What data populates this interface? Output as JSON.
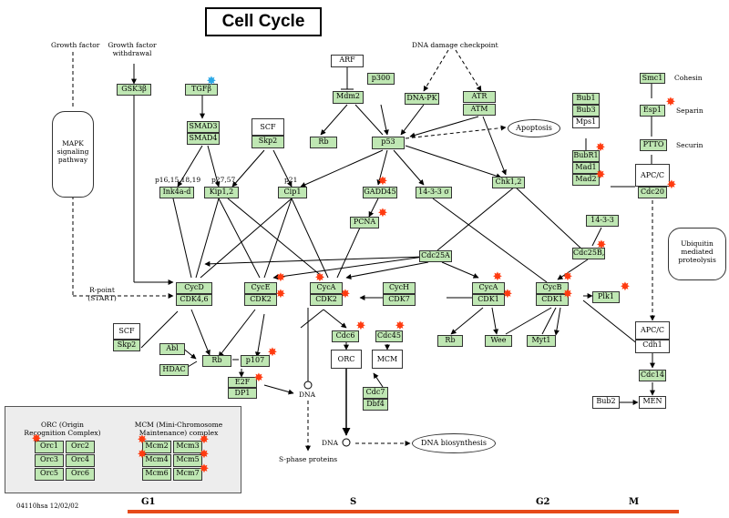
{
  "title": "Cell Cycle",
  "footer_id": "04110hsa 12/02/02",
  "phases": [
    "G1",
    "S",
    "G2",
    "M"
  ],
  "colors": {
    "gene_fill": "#bfe7b3",
    "star": "#ff3b10",
    "timeline": "#e64a19",
    "tgf_star": "#2aa7e6"
  },
  "labels": {
    "growth_factor": "Growth factor",
    "growth_factor_withdrawal_1": "Growth factor",
    "growth_factor_withdrawal_2": "withdrawal",
    "dna_damage": "DNA damage checkpoint",
    "mapk": [
      "MAPK",
      "signaling",
      "pathway"
    ],
    "apoptosis": "Apoptosis",
    "ubiquitin": [
      "Ubiquitin",
      "mediated",
      "proteolysis"
    ],
    "r_point": [
      "R-point",
      "(START)"
    ],
    "cohesin": "Cohesin",
    "separin": "Separin",
    "securin": "Securin",
    "p16": "p16,15,18,19",
    "p27": "p27,57",
    "p21": "p21",
    "dna": "DNA",
    "dna2": "DNA",
    "dna_biosynthesis": "DNA biosynthesis",
    "s_phase": "S-phase proteins",
    "orc_legend": [
      "ORC (Origin",
      "Recognition Complex)"
    ],
    "mcm_legend": [
      "MCM (Mini-Chromosome",
      "Maintenance) complex"
    ]
  },
  "genes": {
    "gsk3b": "GSK3β",
    "tgfb": "TGFβ",
    "smad3": "SMAD3",
    "smad4": "SMAD4",
    "scf_top": "SCF",
    "skp2_top": "Skp2",
    "arf": "ARF",
    "mdm2": "Mdm2",
    "p300": "p300",
    "dnapk": "DNA-PK",
    "atr": "ATR",
    "atm": "ATM",
    "rb_top": "Rb",
    "p53": "p53",
    "ink4a": "Ink4a-d",
    "kip12": "Kip1,2",
    "cip1": "Cip1",
    "gadd45": "GADD45",
    "1433s": "14-3-3 σ",
    "chk12": "Chk1,2",
    "pcna": "PCNA",
    "cycd": "CycD",
    "cdk46": "CDK4,6",
    "cyce": "CycE",
    "cdk2a": "CDK2",
    "cyca1": "CycA",
    "cdk2b": "CDK2",
    "cych": "CycH",
    "cdk7": "CDK7",
    "cdc25a": "Cdc25A",
    "cdc25bc": "Cdc25B,C",
    "1433": "14-3-3",
    "cyca2": "CycA",
    "cdk1a": "CDK1",
    "cycb": "CycB",
    "cdk1b": "CDK1",
    "plk1": "Plk1",
    "rb_mid": "Rb",
    "wee": "Wee",
    "myt1": "Myt1",
    "smc1": "Smc1",
    "esp1": "Esp1",
    "ptto": "PTTO",
    "bub1": "Bub1",
    "bub3": "Bub3",
    "mps1": "Mps1",
    "bubr1": "BubR1",
    "mad1": "Mad1",
    "mad2": "Mad2",
    "apcc1": "APC/C",
    "cdc20": "Cdc20",
    "apcc2": "APC/C",
    "cdh1": "Cdh1",
    "cdc14": "Cdc14",
    "bub2": "Bub2",
    "men": "MEN",
    "scf_bot": "SCF",
    "skp2_bot": "Skp2",
    "abl": "Abl",
    "rb_low": "Rb",
    "hdac": "HDAC",
    "p107": "p107",
    "e2f": "E2F",
    "dp1": "DP1",
    "cdc6": "Cdc6",
    "cdc45": "Cdc45",
    "orc": "ORC",
    "mcm": "MCM",
    "cdc7": "Cdc7",
    "dbf4": "Dbf4",
    "orc1": "Orc1",
    "orc2": "Orc2",
    "orc3": "Orc3",
    "orc4": "Orc4",
    "orc5": "Orc5",
    "orc6": "Orc6",
    "mcm2": "Mcm2",
    "mcm3": "Mcm3",
    "mcm4": "Mcm4",
    "mcm5": "Mcm5",
    "mcm6": "Mcm6",
    "mcm7": "Mcm7"
  }
}
